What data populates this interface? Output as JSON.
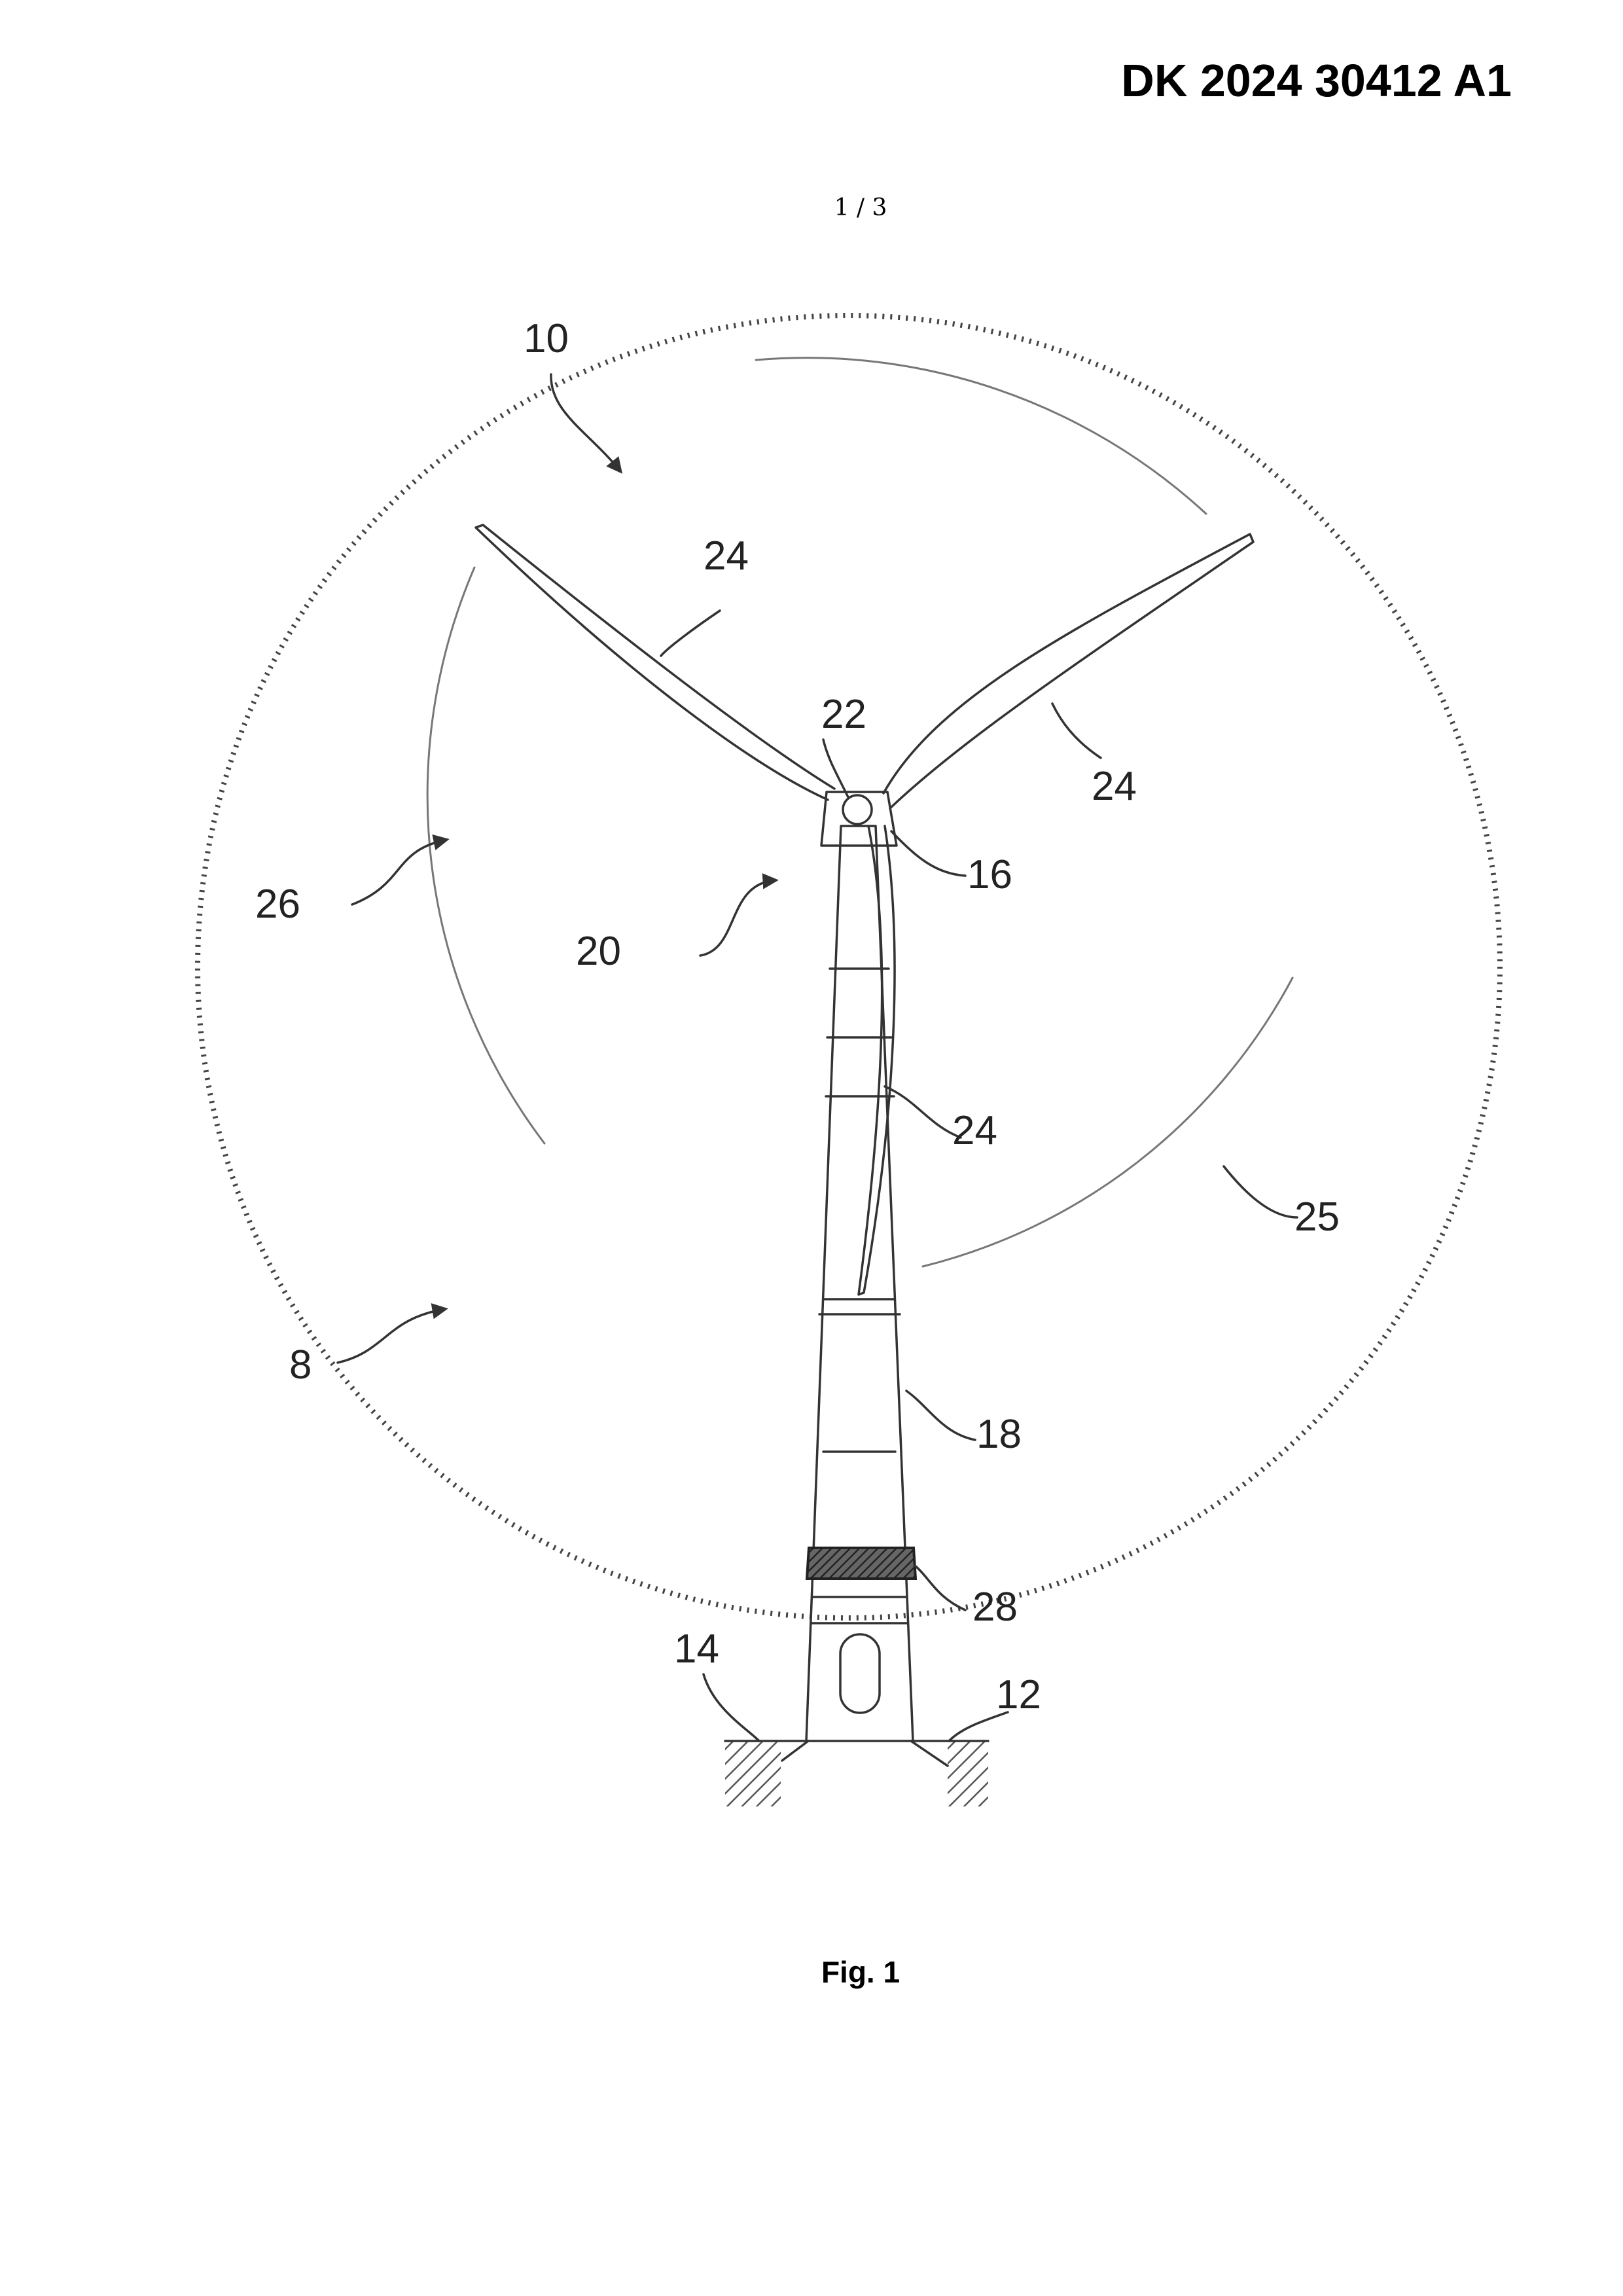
{
  "header": {
    "document_number": "DK 2024 30412 A1",
    "sheet_number": "1 / 3"
  },
  "figure": {
    "caption": "Fig. 1",
    "reference_numerals": {
      "wind_turbine_system": "8",
      "rotor_area": "10",
      "foundation": "12",
      "ground": "14",
      "nacelle": "16",
      "tower": "18",
      "rotor": "20",
      "hub": "22",
      "blade_upper_left": "24",
      "blade_upper_right": "24",
      "blade_lower": "24",
      "rotor_boundary": "25",
      "rotation_direction": "26",
      "tower_ring": "28"
    }
  }
}
